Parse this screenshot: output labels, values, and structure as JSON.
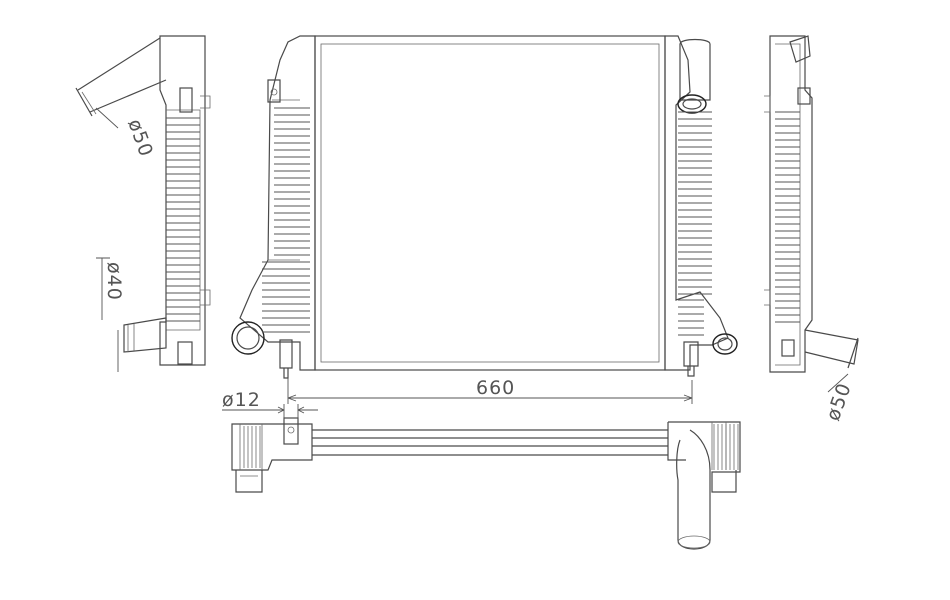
{
  "dimensions": {
    "width_label": "660",
    "pipe_diameter_left_top": "ø50",
    "pipe_diameter_left_bottom": "ø40",
    "bolt_diameter": "ø12",
    "pipe_diameter_right_bottom": "ø50"
  }
}
